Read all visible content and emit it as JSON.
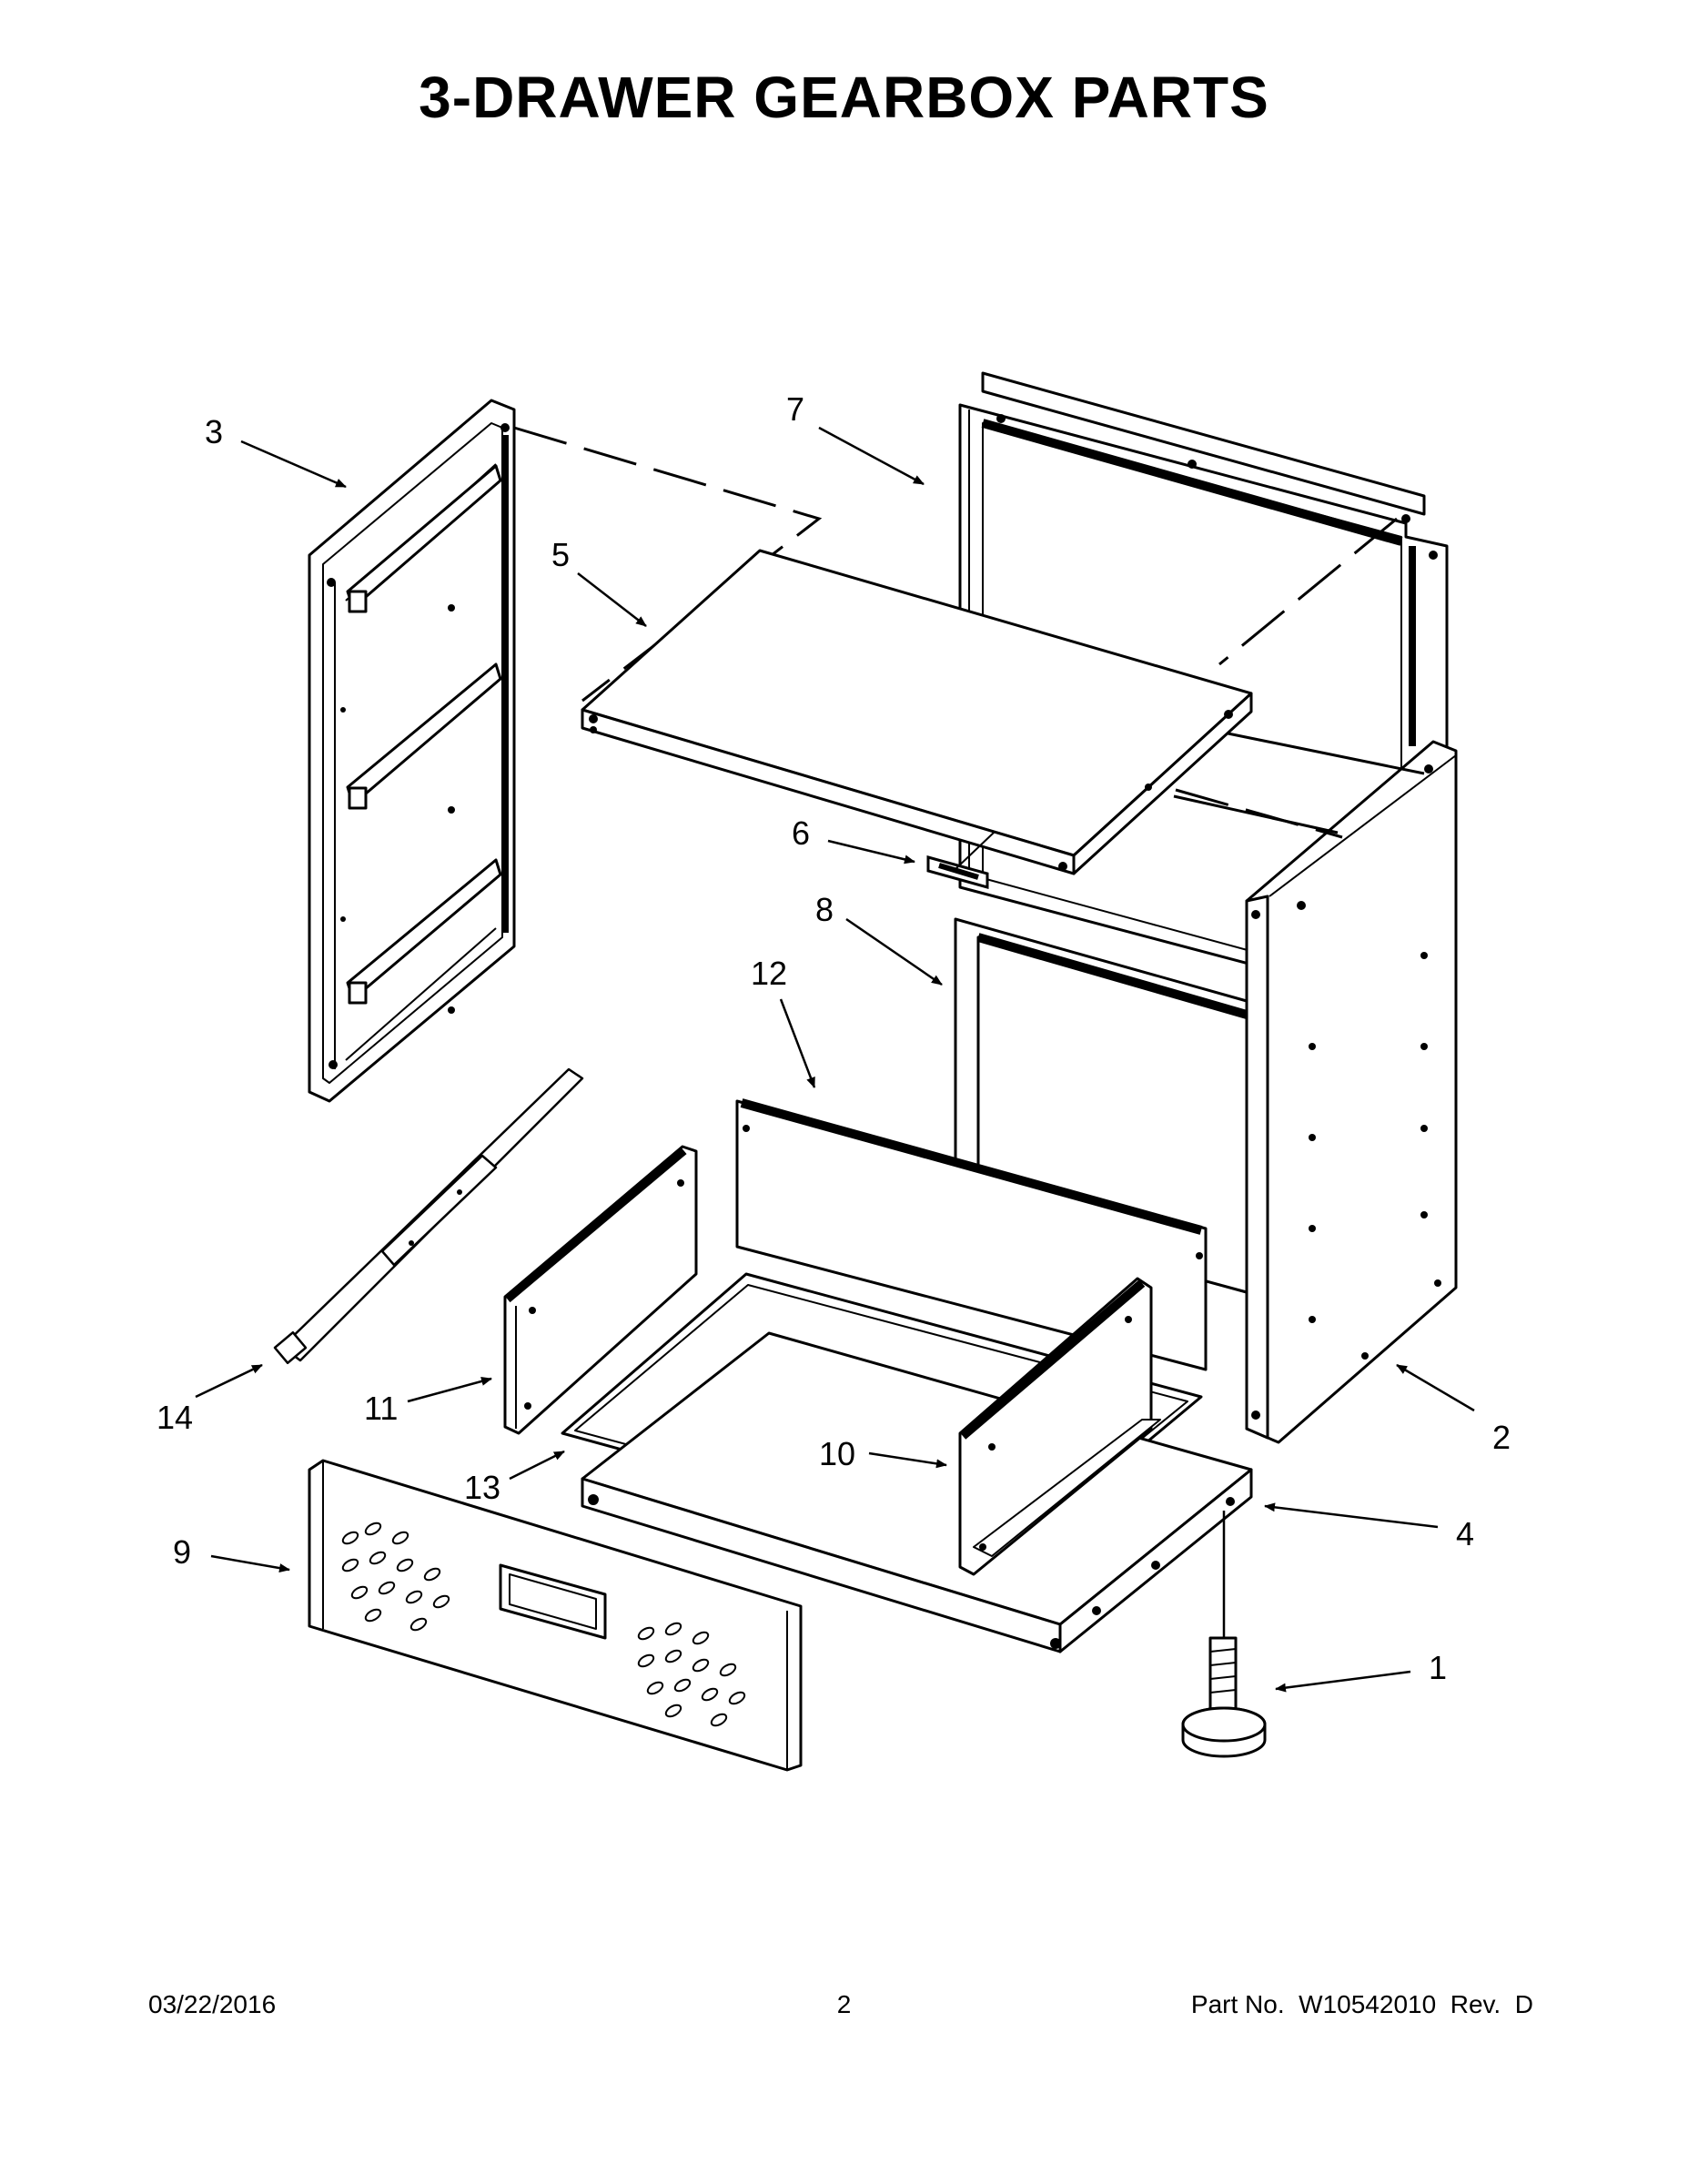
{
  "title": "3-DRAWER GEARBOX PARTS",
  "callouts": [
    {
      "id": "3",
      "label": "3"
    },
    {
      "id": "7",
      "label": "7"
    },
    {
      "id": "5",
      "label": "5"
    },
    {
      "id": "6",
      "label": "6"
    },
    {
      "id": "8",
      "label": "8"
    },
    {
      "id": "12",
      "label": "12"
    },
    {
      "id": "14",
      "label": "14"
    },
    {
      "id": "11",
      "label": "11"
    },
    {
      "id": "2",
      "label": "2"
    },
    {
      "id": "13",
      "label": "13"
    },
    {
      "id": "10",
      "label": "10"
    },
    {
      "id": "4",
      "label": "4"
    },
    {
      "id": "9",
      "label": "9"
    },
    {
      "id": "1",
      "label": "1"
    }
  ],
  "footer": {
    "date": "03/22/2016",
    "page": "2",
    "part": "Part No.  W10542010  Rev.  D"
  }
}
